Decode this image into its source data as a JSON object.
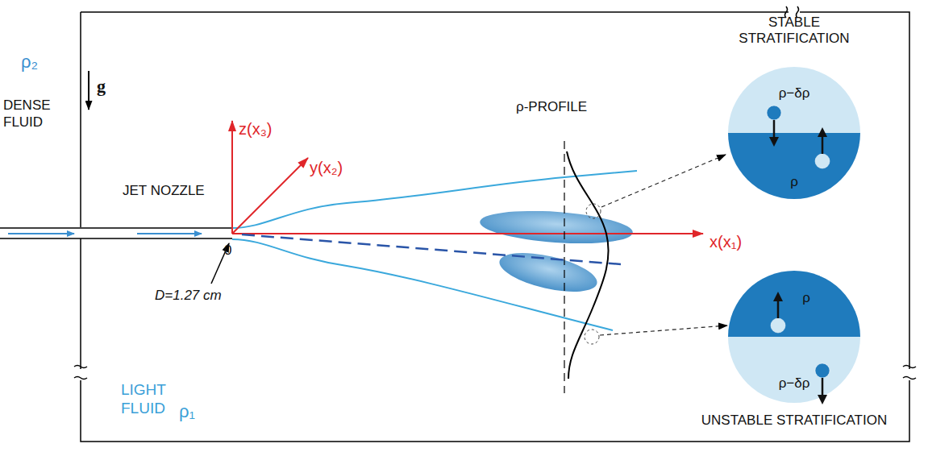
{
  "diagram": {
    "nodes": [
      {
        "text": [
          "STABLE STRATIFICATION",
          "ρ−δρ",
          "ρ"
        ]
      },
      {
        "text": [
          "ρ",
          "ρ−δρ",
          "UNSTABLE STRATIFICATION"
        ]
      }
    ],
    "labels": [
      "ρ₂",
      "DENSE FLUID",
      "JET NOZZLE",
      "g",
      "z(x₃)",
      "y(x₂)",
      "0",
      "D=1.27 cm",
      "ρ-PROFILE",
      "x(x₁)",
      "LIGHT FLUID",
      "ρ₁"
    ]
  }
}
